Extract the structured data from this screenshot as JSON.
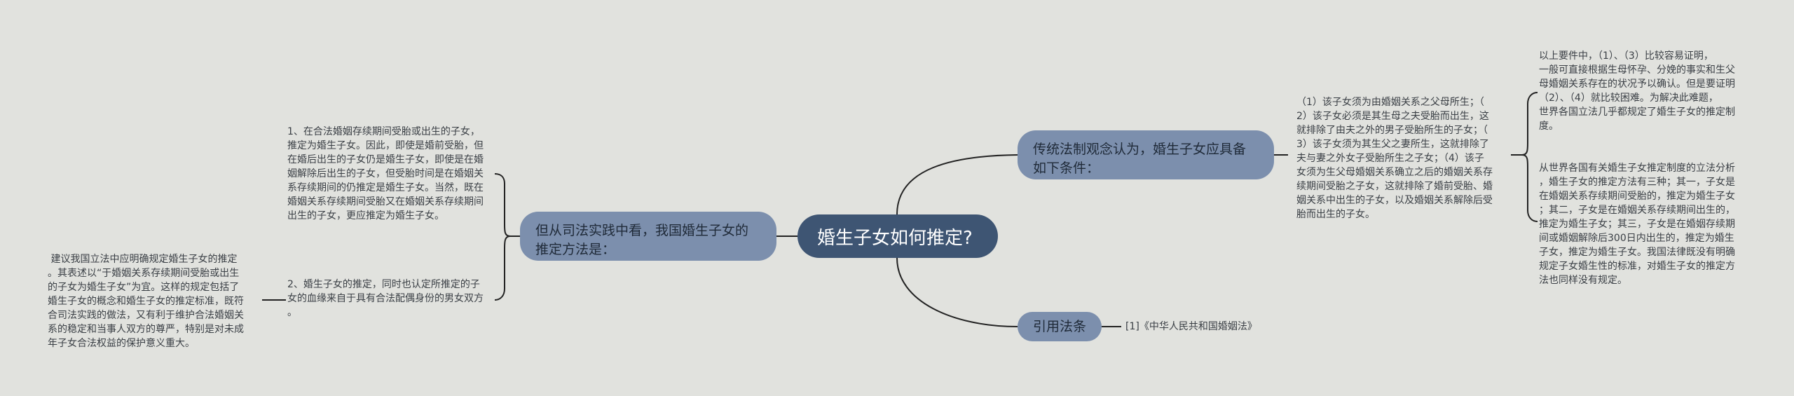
{
  "root": {
    "label": "婚生子女如何推定?"
  },
  "left_branch": {
    "label": "但从司法实践中看，我国婚生子女的推定方法是：",
    "children": [
      {
        "text": "1、在合法婚姻存续期间受胎或出生的子女，\n推定为婚生子女。因此，即使是婚前受胎，但\n在婚后出生的子女仍是婚生子女，即使是在婚\n姻解除后出生的子女，但受胎时间是在婚姻关\n系存续期间的仍推定是婚生子女。当然，既在\n婚姻关系存续期间受胎又在婚姻关系存续期间\n出生的子女，更应推定为婚生子女。"
      },
      {
        "text": "2、婚生子女的推定，同时也认定所推定的子\n女的血缘来自于具有合法配偶身份的男女双方\n。"
      }
    ],
    "note": {
      "text": " 建议我国立法中应明确规定婚生子女的推定\n。其表述以“于婚姻关系存续期间受胎或出生\n的子女为婚生子女”为宜。这样的规定包括了\n婚生子女的概念和婚生子女的推定标准，既符\n合司法实践的做法，又有利于维护合法婚姻关\n系的稳定和当事人双方的尊严，特别是对未成\n年子女合法权益的保护意义重大。"
    }
  },
  "right_top_branch": {
    "label": "传统法制观念认为，婚生子女应具备如下条件：",
    "children": [
      {
        "text": "（1）该子女须为由婚姻关系之父母所生；（\n2）该子女必须是其生母之夫受胎而出生，这\n就排除了由夫之外的男子受胎所生的子女；（\n3）该子女须为其生父之妻所生，这就排除了\n夫与妻之外女子受胎所生之子女；（4）该子\n女须为生父母婚姻关系确立之后的婚姻关系存\n续期间受胎之子女，这就排除了婚前受胎、婚\n姻关系中出生的子女，以及婚姻关系解除后受\n胎而出生的子女。"
      }
    ],
    "sub_children": [
      {
        "text": "以上要件中，（1）、（3）比较容易证明，\n一般可直接根据生母怀孕、分娩的事实和生父\n母婚姻关系存在的状况予以确认。但是要证明\n（2）、（4）就比较困难。为解决此难题，\n世界各国立法几乎都规定了婚生子女的推定制\n度。"
      },
      {
        "text": "从世界各国有关婚生子女推定制度的立法分析\n，婚生子女的推定方法有三种；其一，子女是\n在婚姻关系存续期间受胎的，推定为婚生子女\n；其二，子女是在婚姻关系存续期间出生的，\n推定为婚生子女；其三，子女是在婚姻存续期\n间或婚姻解除后300日内出生的，推定为婚生\n子女，推定为婚生子女。我国法律既没有明确\n规定子女婚生性的标准，对婚生子女的推定方\n法也同样没有规定。"
      }
    ]
  },
  "right_bottom_branch": {
    "label": "引用法条",
    "children": [
      {
        "text": "[1]《中华人民共和国婚姻法》"
      }
    ]
  },
  "colors": {
    "background": "#e1e2de",
    "root_fill": "#3e5573",
    "branch_fill": "#7c8fad",
    "line": "#222222"
  }
}
